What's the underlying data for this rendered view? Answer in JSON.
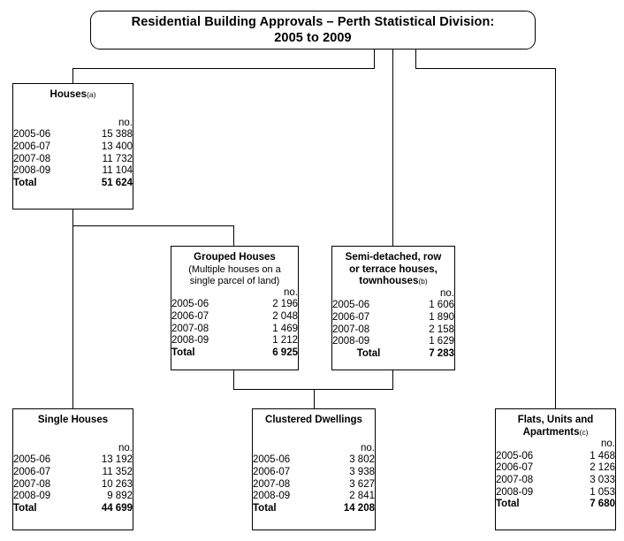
{
  "title": {
    "line1": "Residential Building Approvals – Perth Statistical Division:",
    "line2": "2005 to 2009"
  },
  "unit_label": "no.",
  "total_label": "Total",
  "years": [
    "2005-06",
    "2006-07",
    "2007-08",
    "2008-09"
  ],
  "nodes": {
    "houses": {
      "heading": "Houses",
      "footnote": "(a)",
      "unit": "no.",
      "values": [
        "15 388",
        "13 400",
        "11 732",
        "11 104"
      ],
      "total_label": "Total",
      "total": "51 624"
    },
    "grouped_houses": {
      "heading": "Grouped Houses",
      "sub1": "(Multiple houses on a",
      "sub2": "single parcel of land)",
      "unit": "no.",
      "values": [
        "2 196",
        "2 048",
        "1 469",
        "1 212"
      ],
      "total_label": "Total",
      "total": "6 925"
    },
    "semi_detached": {
      "heading1": "Semi-detached, row",
      "heading2": "or terrace houses,",
      "heading3": "townhouses",
      "footnote": "(b)",
      "unit": "no.",
      "values": [
        "1 606",
        "1 890",
        "2 158",
        "1 629"
      ],
      "total_label": "Total",
      "total": "7 283"
    },
    "single_houses": {
      "heading": "Single Houses",
      "unit": "no.",
      "values": [
        "13 192",
        "11 352",
        "10 263",
        "9 892"
      ],
      "total_label": "Total",
      "total": "44 699"
    },
    "clustered_dwellings": {
      "heading": "Clustered Dwellings",
      "unit": "no.",
      "values": [
        "3 802",
        "3 938",
        "3 627",
        "2 841"
      ],
      "total_label": "Total",
      "total": "14 208"
    },
    "flats_units_apartments": {
      "heading1": "Flats, Units and",
      "heading2": "Apartments",
      "footnote": "(c)",
      "unit": "no.",
      "values": [
        "1 468",
        "2 126",
        "3 033",
        "1 053"
      ],
      "total_label": "Total",
      "total": "7 680"
    }
  },
  "colors": {
    "line": "#000000",
    "background": "#ffffff",
    "text": "#000000"
  }
}
